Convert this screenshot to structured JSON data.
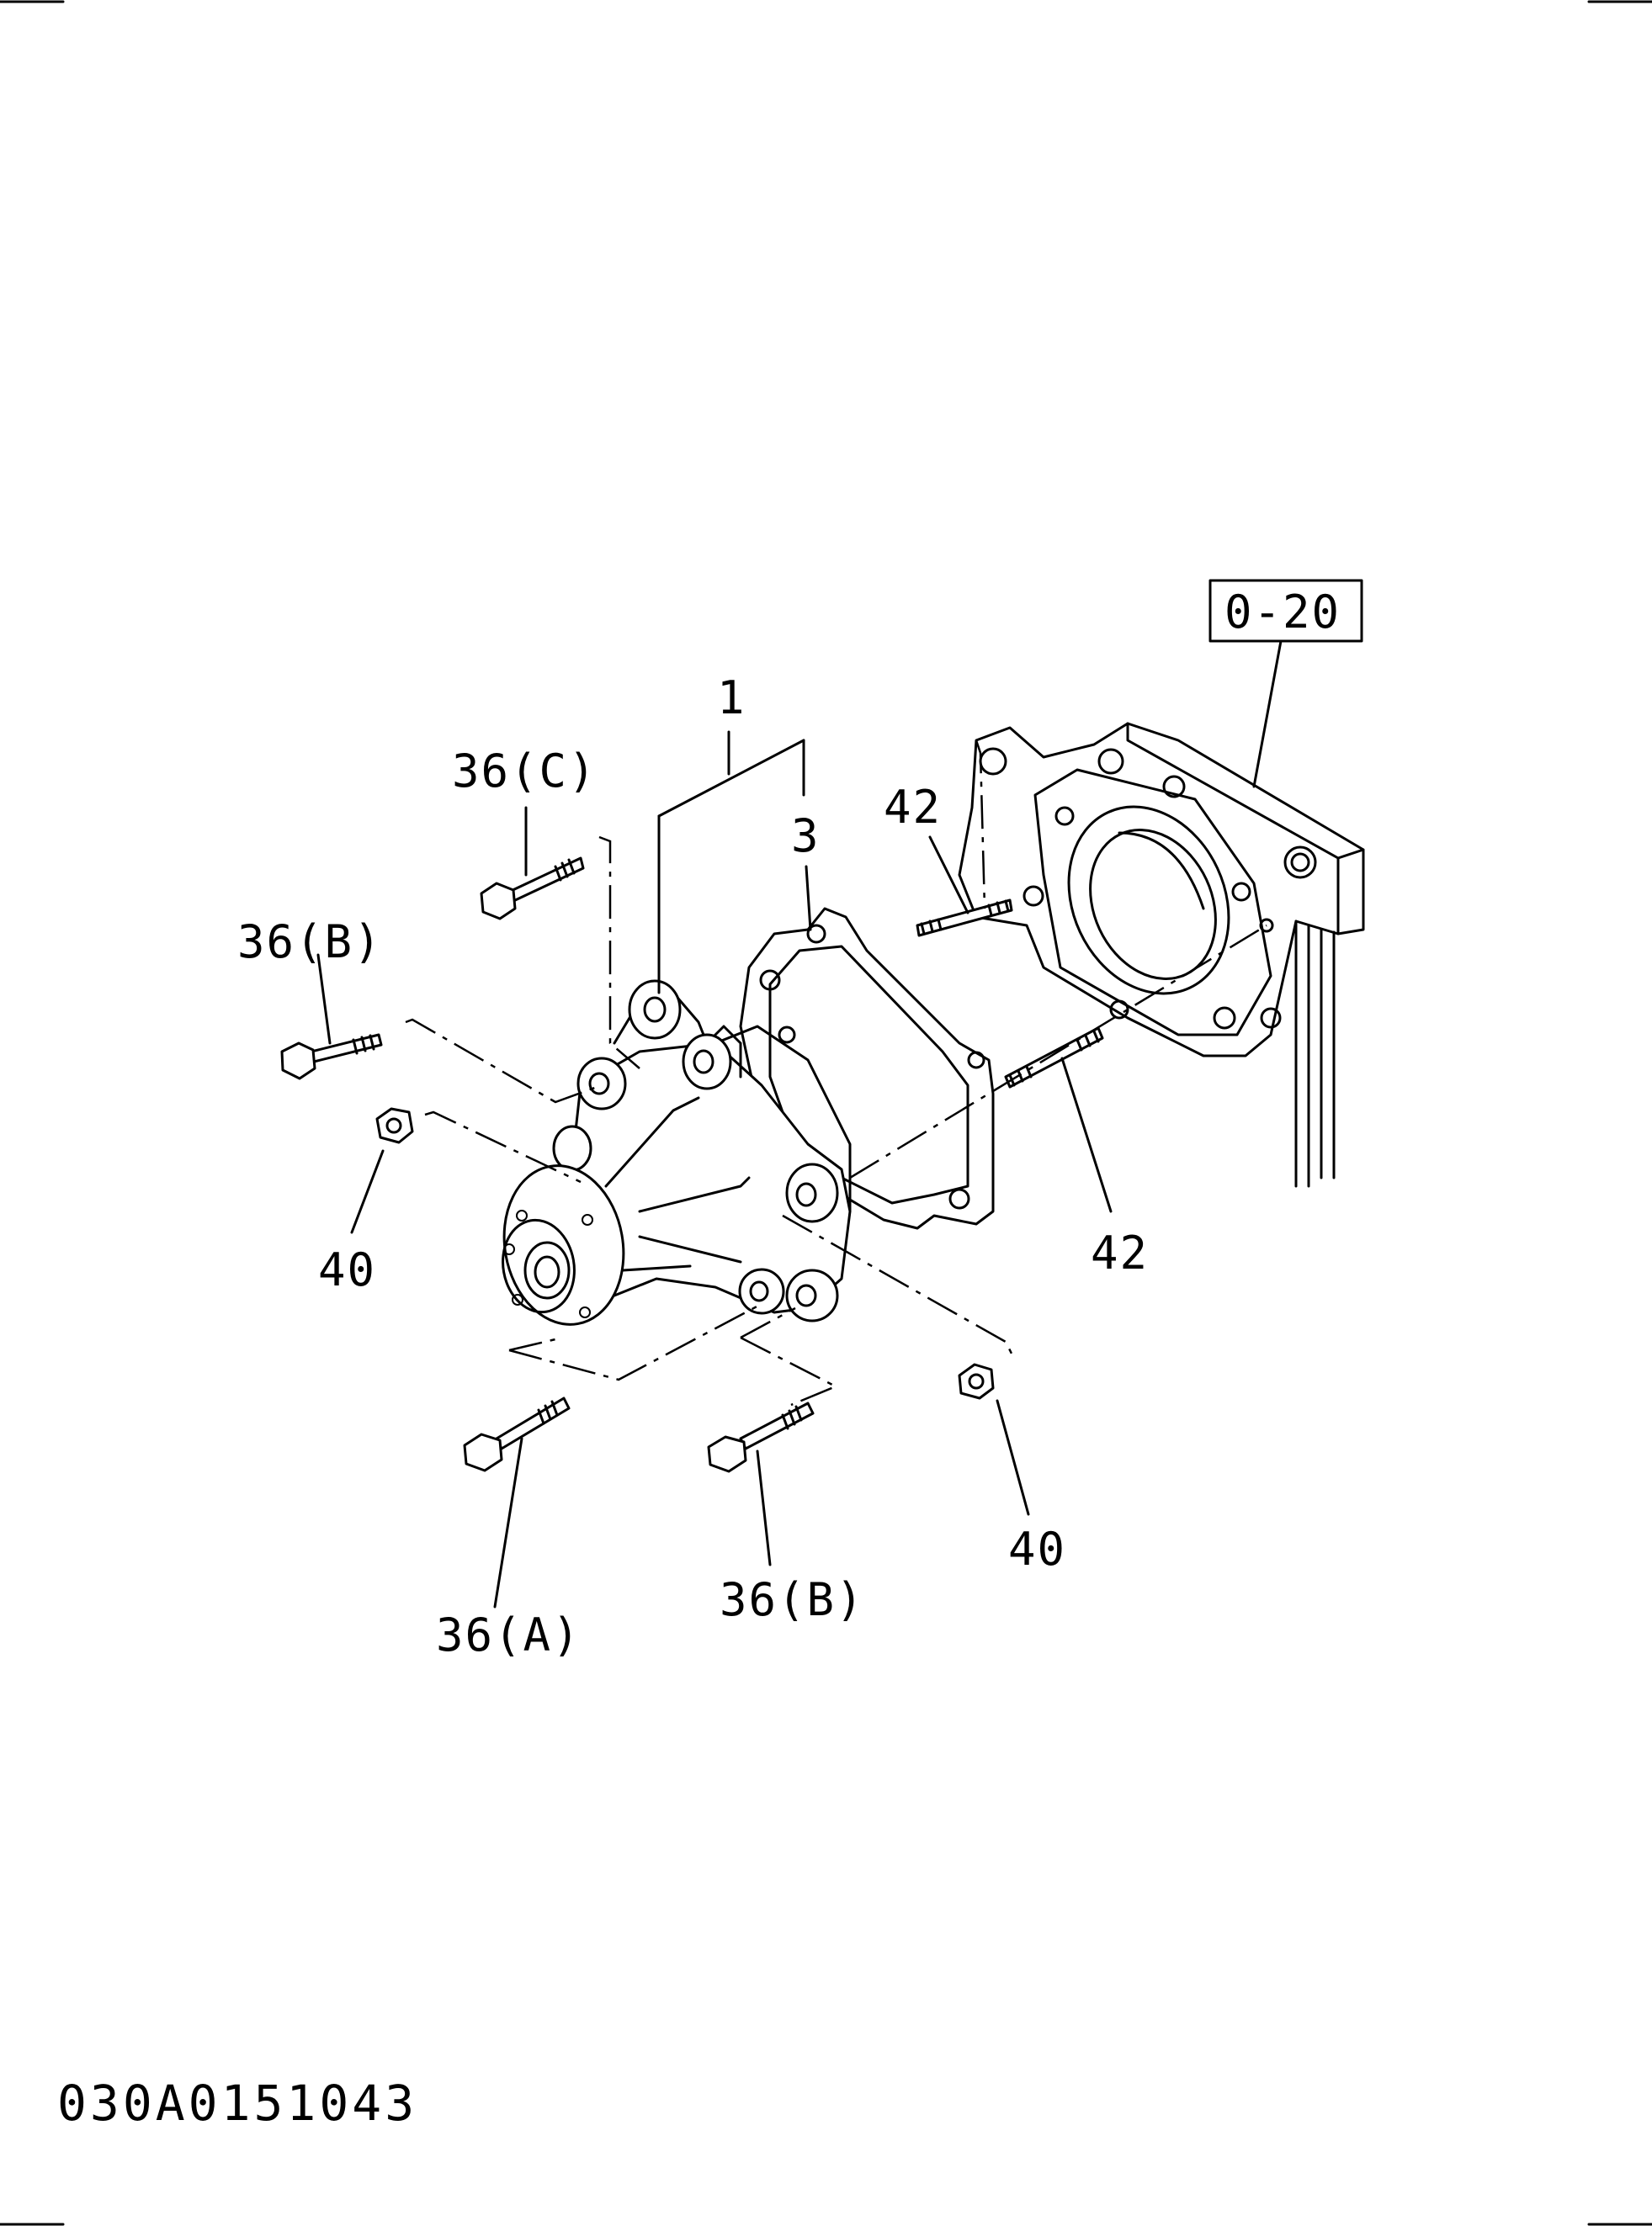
{
  "callouts": {
    "ref_box": "0-20",
    "part_1": "1",
    "part_3": "3",
    "bolt_36c": "36(C)",
    "bolt_36b_left": "36(B)",
    "nut_40_left": "40",
    "stud_42_top": "42",
    "stud_42_bottom": "42",
    "nut_40_right": "40",
    "bolt_36a": "36(A)",
    "bolt_36b_bottom": "36(B)"
  },
  "drawing_code": "030A0151043"
}
